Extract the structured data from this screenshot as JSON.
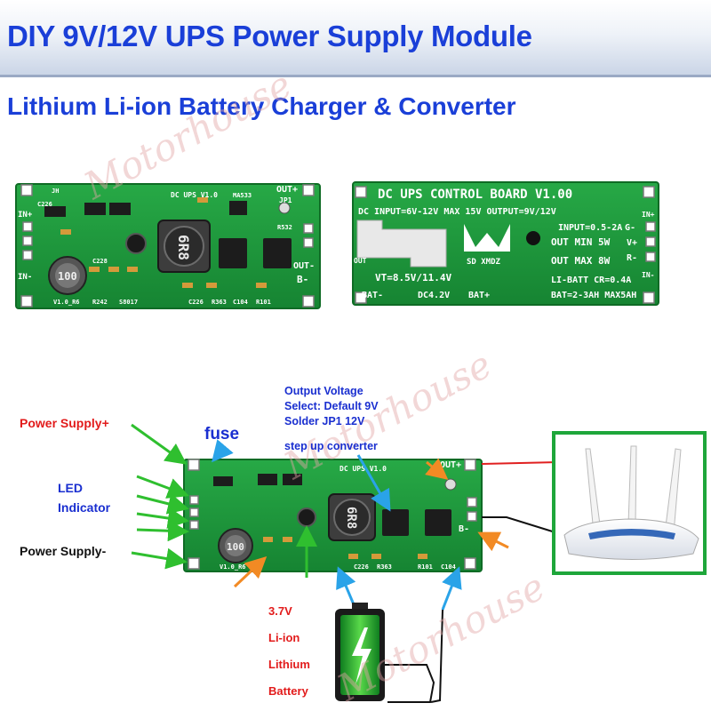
{
  "header": {
    "title": "DIY 9V/12V UPS Power Supply Module",
    "subtitle": "Lithium Li-ion Battery Charger & Converter"
  },
  "watermark": "Motorhouse",
  "board_back": {
    "line1": "DC UPS CONTROL BOARD V1.00",
    "line2": "DC INPUT=6V-12V MAX 15V OUTPUT=9V/12V",
    "input": "INPUT=0.5-2A",
    "out_min": "OUT MIN 5W",
    "out_max": "OUT MAX 8W",
    "vt": "VT=8.5V/11.4V",
    "dc42": "DC4.2V",
    "libatt": "LI-BATT CR=0.4A",
    "bat": "BAT=2-3AH MAX5AH",
    "brand": "SD XMDZ",
    "g_minus": "G-",
    "v_plus": "V+",
    "r_minus": "R-",
    "in_plus": "IN+",
    "in_minus": "IN-",
    "out": "OUT",
    "bat_minus": "BAT-",
    "bat_plus": "BAT+"
  },
  "board_front": {
    "version": "DC UPS V1.0",
    "out_plus": "OUT+",
    "out_minus": "OUT-",
    "b_minus": "B-",
    "in_plus": "IN+",
    "in_minus": "IN-",
    "jp1": "JP1",
    "inductor": "6R8",
    "inductor_small": "100",
    "ref_labels": [
      "JH",
      "C226",
      "C228",
      "R242",
      "S8017",
      "R363",
      "C104",
      "R101",
      "C226",
      "MA533",
      "R532",
      "V1.0_R6"
    ]
  },
  "annotations": {
    "power_supply_plus": "Power Supply+",
    "led_indicator": "LED\nIndicator",
    "power_supply_minus": "Power Supply-",
    "fuse": "fuse",
    "output_voltage": "Output Voltage\nSelect: Default 9V\nSolder JP1 12V",
    "step_up": "step up converter",
    "battery": [
      "3.7V",
      "Li-ion",
      "Lithium",
      "Battery"
    ]
  },
  "colors": {
    "title_blue": "#1a3fd8",
    "pcb_green": "#1f9a3c",
    "arrow_green": "#2fbf2f",
    "arrow_orange": "#f28a24",
    "arrow_blue": "#2aa3e8",
    "label_red": "#e21b1b",
    "label_blue": "#1a2fd0",
    "frame_green": "#1ea63a"
  }
}
